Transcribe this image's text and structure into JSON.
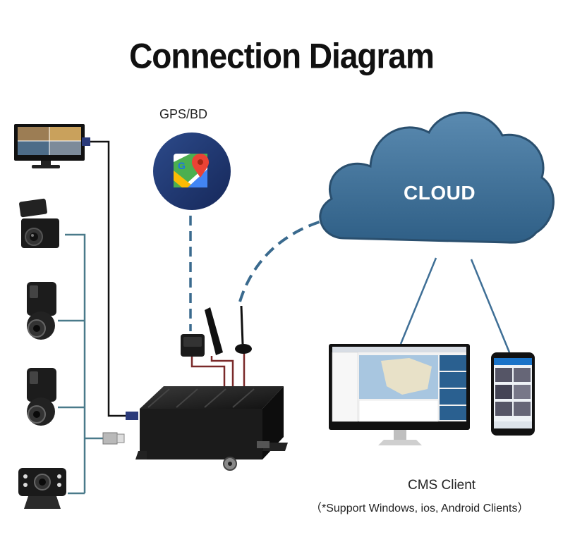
{
  "title": "Connection Diagram",
  "gps": {
    "label": "GPS/BD"
  },
  "cloud": {
    "label": "CLOUD",
    "color": "#3f6f96"
  },
  "cms": {
    "label": "CMS Client",
    "note": "（*Support Windows, ios, Android Clients）"
  },
  "colors": {
    "wire_dark": "#111111",
    "wire_teal": "#4a7a8a",
    "dash": "#3a6a8e",
    "cable_red": "#7a2a2a"
  }
}
